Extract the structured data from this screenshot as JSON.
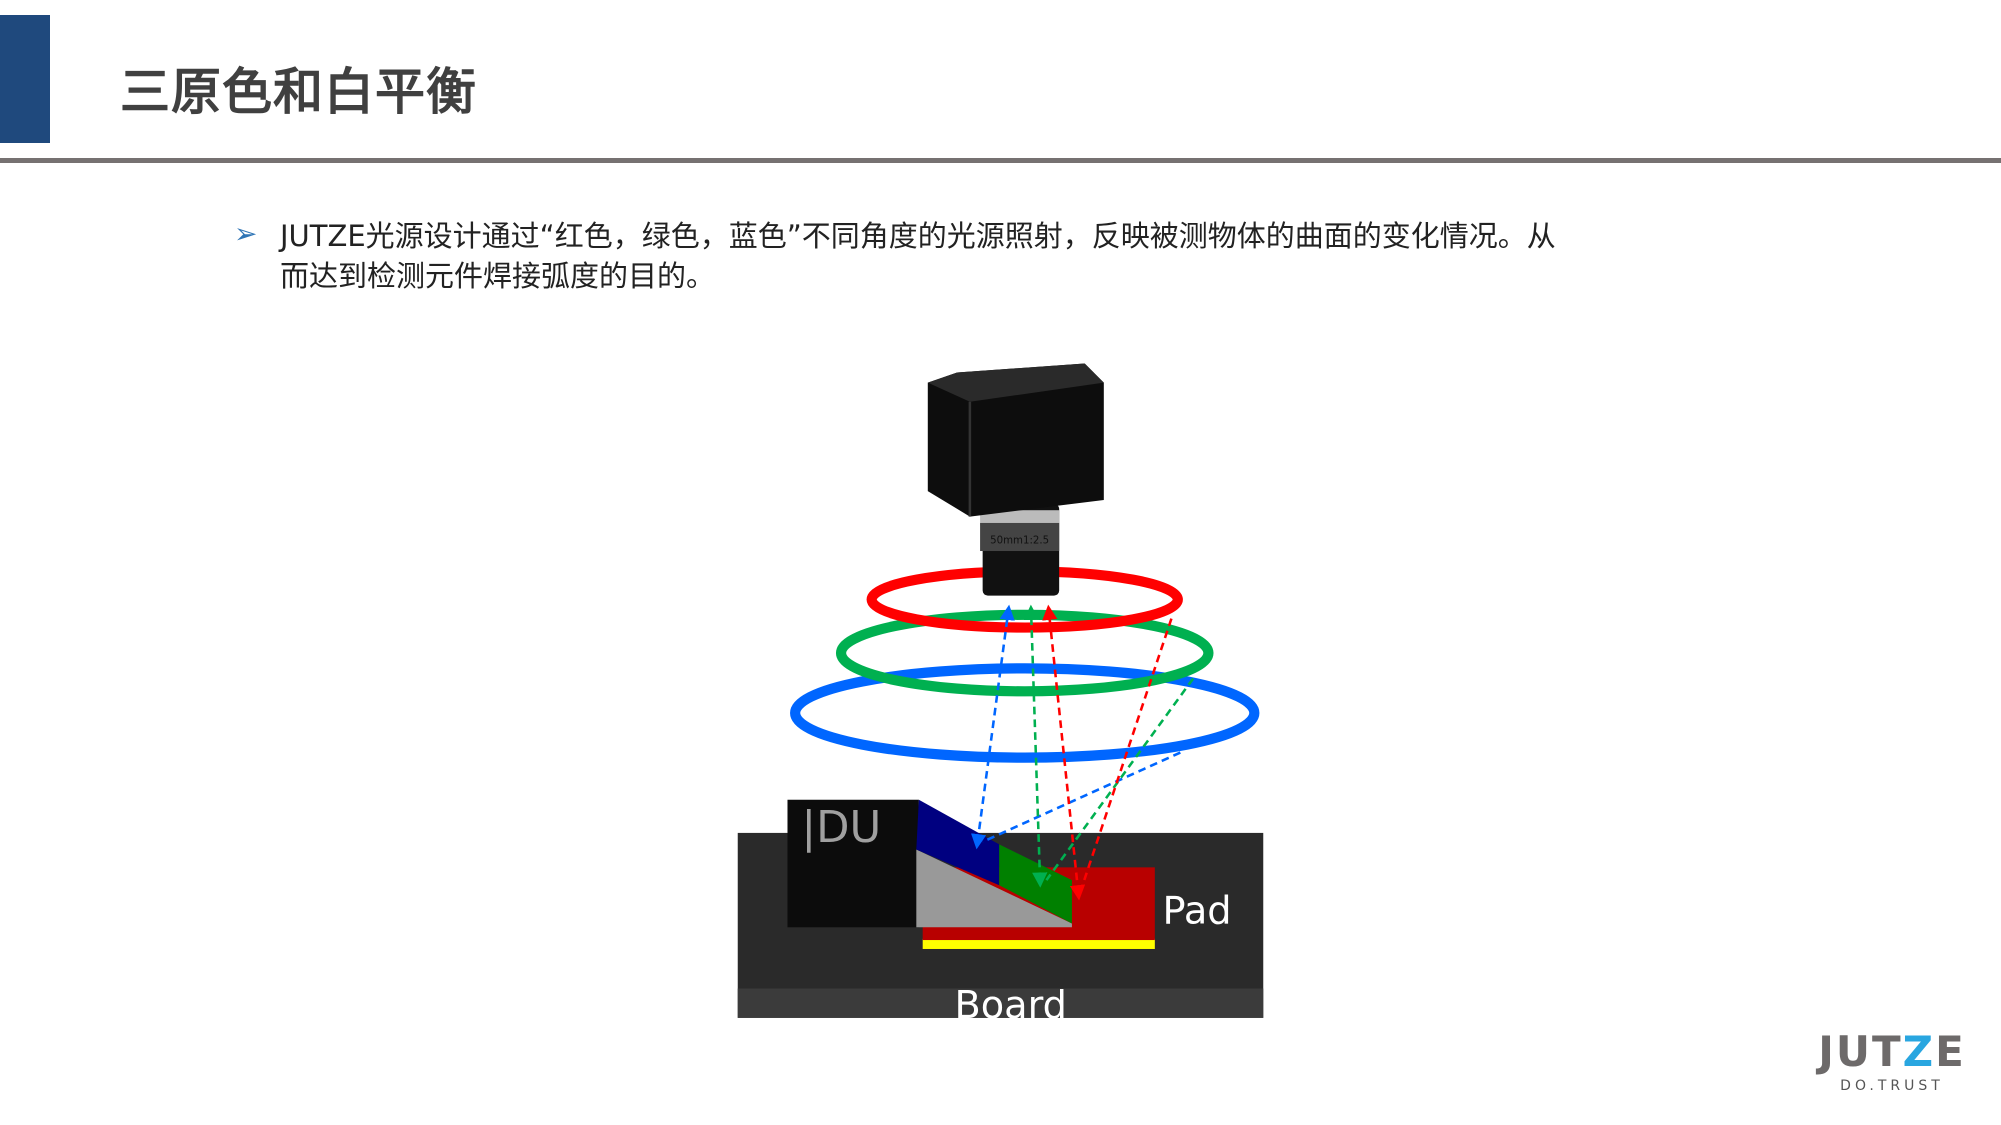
{
  "header": {
    "title": "三原色和白平衡",
    "accent_color": "#1f497d"
  },
  "content": {
    "bullet_icon": "arrow-bullet-icon",
    "text_lines": [
      "JUTZE光源设计通过“红色，绿色，蓝色”不同角度的光源照射，反映被测物体的曲面的变化情况。从",
      "而达到检测元件焊接弧度的目的。"
    ]
  },
  "diagram": {
    "lens_label": "50mm1:2.5",
    "component_label": "|DU",
    "pad_label": "Pad",
    "board_label": "Board",
    "ring_colors": {
      "red": "#ff0000",
      "green": "#00b050",
      "blue": "#0066ff"
    }
  },
  "logo": {
    "name": "JUTZE",
    "name_left": "JUT",
    "name_z": "Z",
    "name_right": "E",
    "tagline": "DO.TRUST"
  }
}
